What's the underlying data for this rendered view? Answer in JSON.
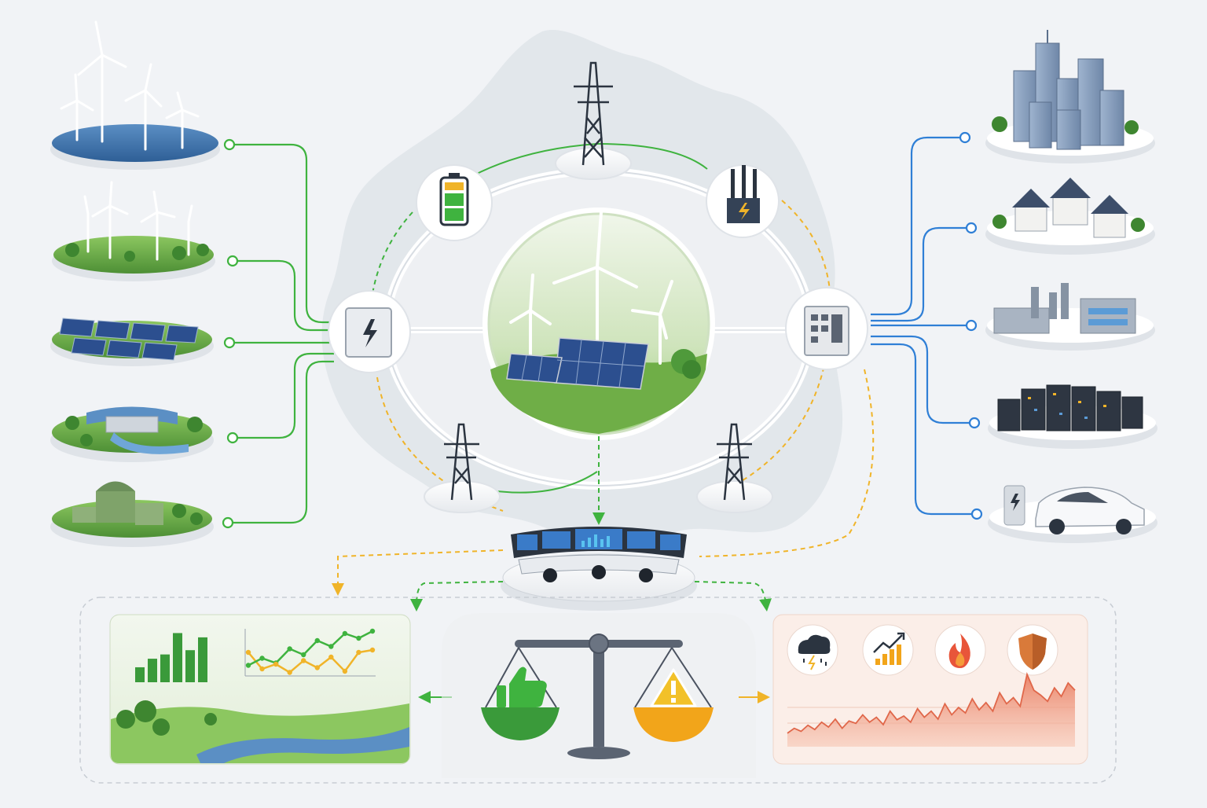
{
  "colors": {
    "background": "#f1f3f6",
    "generation_link": "#3fb33f",
    "consumption_link": "#2f7fd6",
    "data_link": "#f0b429",
    "grid_ring": "#d8dde3",
    "positive": "#3a9a3a",
    "warning": "#f2a51a",
    "risk_panel": "#fbeee8",
    "risk_line": "#e0674a",
    "map_silhouette": "#dfe3e8"
  },
  "generation_sources": [
    {
      "id": "offshore-wind",
      "icon": "offshore-wind-farm-icon"
    },
    {
      "id": "onshore-wind",
      "icon": "onshore-wind-farm-icon"
    },
    {
      "id": "solar-farm",
      "icon": "solar-farm-icon"
    },
    {
      "id": "hydro-dam",
      "icon": "hydro-dam-icon"
    },
    {
      "id": "biogas-plant",
      "icon": "biogas-plant-icon"
    }
  ],
  "consumers": [
    {
      "id": "city",
      "icon": "city-skyline-icon"
    },
    {
      "id": "residential",
      "icon": "houses-icon"
    },
    {
      "id": "industry",
      "icon": "factory-icon"
    },
    {
      "id": "data-center",
      "icon": "server-racks-icon"
    },
    {
      "id": "ev-charging",
      "icon": "ev-charger-car-icon"
    }
  ],
  "grid_nodes": [
    {
      "id": "battery-storage",
      "icon": "battery-icon"
    },
    {
      "id": "transmission-top",
      "icon": "pylon-icon"
    },
    {
      "id": "transformer",
      "icon": "transformer-icon"
    },
    {
      "id": "generation-hub",
      "icon": "electrical-box-icon"
    },
    {
      "id": "distribution-hub",
      "icon": "substation-cabinet-icon"
    },
    {
      "id": "transmission-left",
      "icon": "pylon-icon"
    },
    {
      "id": "transmission-right",
      "icon": "pylon-icon"
    }
  ],
  "center": {
    "icon": "renewable-wind-solar-icon"
  },
  "control_center": {
    "icon": "control-room-icon"
  },
  "panels": {
    "benefits": {
      "icon": "landscape-river-icon",
      "bars": [
        28,
        44,
        52,
        92,
        60,
        84
      ],
      "line_green": [
        62,
        50,
        58,
        34,
        44,
        20,
        30,
        8,
        16,
        4
      ],
      "line_yellow": [
        40,
        68,
        60,
        74,
        54,
        66,
        48,
        72,
        40,
        36
      ]
    },
    "balance": {
      "scale_icon": "balance-scale-icon",
      "left_icon": "thumbs-up-icon",
      "right_icon": "warning-icon"
    },
    "risks": {
      "icons": [
        "storm-cloud-icon",
        "rising-chart-icon",
        "fire-icon",
        "shield-icon"
      ],
      "area_series": [
        22,
        30,
        25,
        35,
        28,
        40,
        32,
        45,
        30,
        42,
        38,
        52,
        40,
        48,
        36,
        58,
        44,
        50,
        40,
        62,
        48,
        58,
        45,
        70,
        52,
        64,
        55,
        78,
        60,
        72,
        58,
        88,
        70,
        80,
        66,
        118,
        92,
        84,
        74,
        96,
        82,
        104,
        92
      ]
    }
  }
}
